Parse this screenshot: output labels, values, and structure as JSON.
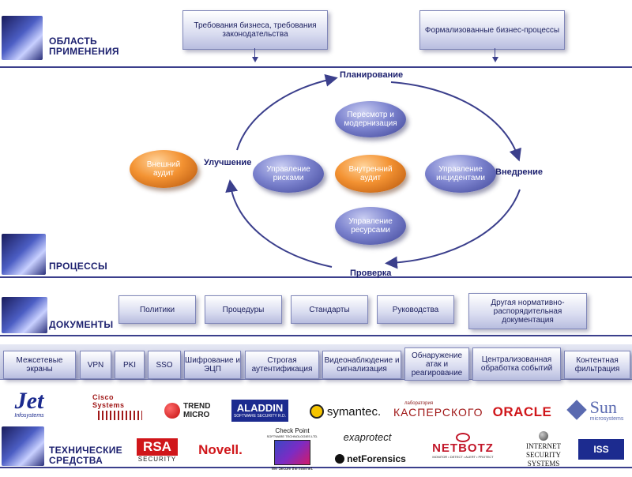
{
  "sections": {
    "scope": "ОБЛАСТЬ ПРИМЕНЕНИЯ",
    "processes": "ПРОЦЕССЫ",
    "documents": "ДОКУМЕНТЫ",
    "tech": "ТЕХНИЧЕСКИЕ СРЕДСТВА"
  },
  "scope_boxes": [
    "Требования бизнеса, требования законодательства",
    "Формализованные бизнес-процессы"
  ],
  "cycle": {
    "top": "Планирование",
    "right": "Внедрение",
    "bottom": "Проверка",
    "left": "Улучшение"
  },
  "ovals": {
    "external_audit": "Внешний аудит",
    "review": "Пересмотр и модернизация",
    "risk": "Управление рисками",
    "internal_audit": "Внутренний аудит",
    "incidents": "Управление инцидентами",
    "resources": "Управление ресурсами"
  },
  "documents": [
    "Политики",
    "Процедуры",
    "Стандарты",
    "Руководства",
    "Другая нормативно-распорядительная документация"
  ],
  "tech_tools": [
    "Межсетевые экраны",
    "VPN",
    "PKI",
    "SSO",
    "Шифрование и ЭЦП",
    "Строгая аутентификация",
    "Видеонаблюдение и сигнализация",
    "Обнаружение атак и реагирование",
    "Централизованная обработка событий",
    "Контентная фильтрация"
  ],
  "logos": {
    "jet": "Jet",
    "jet_sub": "Infosystems",
    "cisco": "Cisco Systems",
    "trend": "TREND MICRO",
    "aladdin": "ALADDIN",
    "aladdin_sub": "SOFTWARE SECURITY R.D.",
    "symantec": "symantec.",
    "kaspersky_pre": "лаборатория",
    "kaspersky": "КАСПЕРСКОГО",
    "oracle": "ORACLE",
    "sun": "Sun",
    "sun_sub": "microsystems",
    "rsa": "RSA",
    "rsa_sub": "SECURITY",
    "novell": "Novell.",
    "checkpoint": "Check Point",
    "checkpoint_sub": "SOFTWARE TECHNOLOGIES LTD.",
    "checkpoint_tag": "We Secure the Internet.",
    "exaprotect": "exaprotect",
    "netforensics": "netForensics",
    "netbotz": "NETBOTZ",
    "netbotz_sub": "MONITOR • DETECT • ALERT • PROTECT",
    "iss_line1": "INTERNET",
    "iss_line2": "SECURITY",
    "iss_line3": "SYSTEMS",
    "iss": "ISS"
  }
}
